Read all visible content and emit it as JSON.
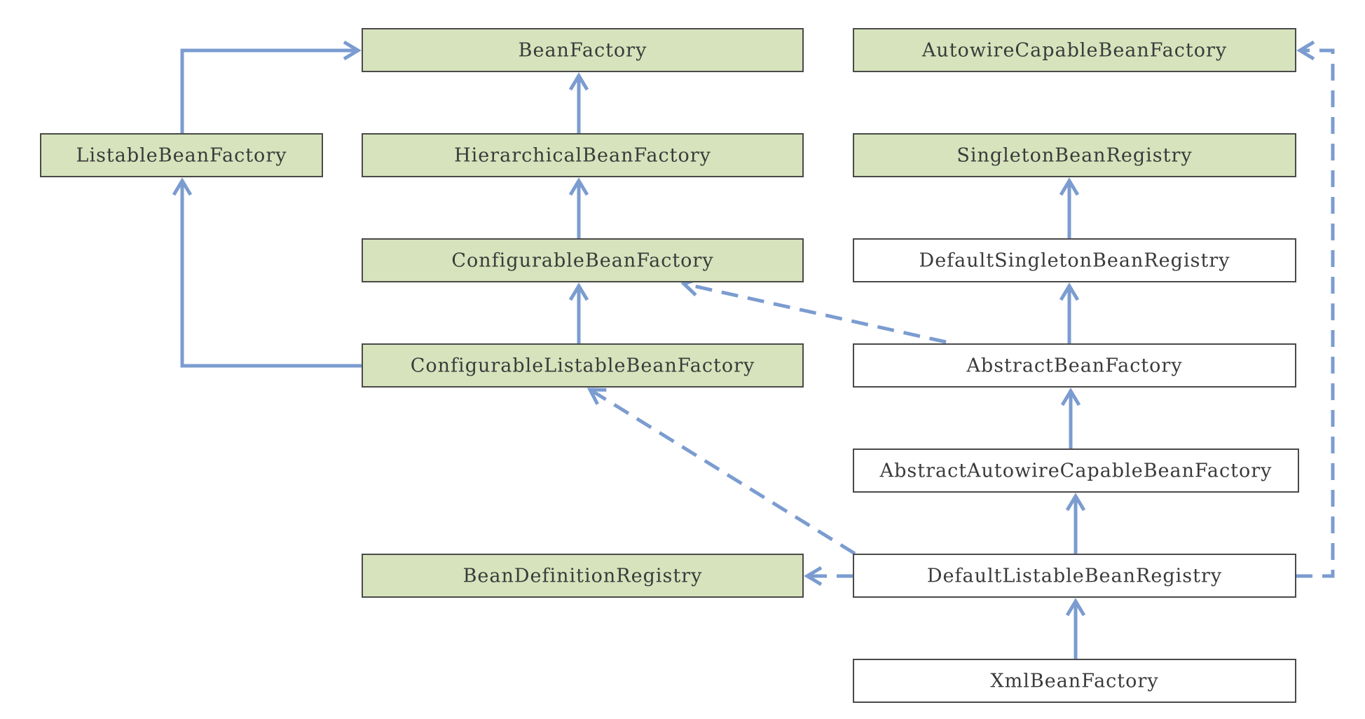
{
  "colors": {
    "interface_fill": "#d6e3bc",
    "class_fill": "#ffffff",
    "border": "#4a4a4a",
    "arrow": "#7b9cd0",
    "text": "#3a3a3a"
  },
  "nodes": [
    {
      "id": "bean-factory",
      "label": "BeanFactory",
      "kind": "interface"
    },
    {
      "id": "autowire-capable-bean-factory",
      "label": "AutowireCapableBeanFactory",
      "kind": "interface"
    },
    {
      "id": "listable-bean-factory",
      "label": "ListableBeanFactory",
      "kind": "interface"
    },
    {
      "id": "hierarchical-bean-factory",
      "label": "HierarchicalBeanFactory",
      "kind": "interface"
    },
    {
      "id": "singleton-bean-registry",
      "label": "SingletonBeanRegistry",
      "kind": "interface"
    },
    {
      "id": "configurable-bean-factory",
      "label": "ConfigurableBeanFactory",
      "kind": "interface"
    },
    {
      "id": "default-singleton-bean-registry",
      "label": "DefaultSingletonBeanRegistry",
      "kind": "class"
    },
    {
      "id": "configurable-listable-bean-factory",
      "label": "ConfigurableListableBeanFactory",
      "kind": "interface"
    },
    {
      "id": "abstract-bean-factory",
      "label": "AbstractBeanFactory",
      "kind": "class"
    },
    {
      "id": "abstract-autowire-capable-bean-factory",
      "label": "AbstractAutowireCapableBeanFactory",
      "kind": "class"
    },
    {
      "id": "bean-definition-registry",
      "label": "BeanDefinitionRegistry",
      "kind": "interface"
    },
    {
      "id": "default-listable-bean-registry",
      "label": "DefaultListableBeanRegistry",
      "kind": "class"
    },
    {
      "id": "xml-bean-factory",
      "label": "XmlBeanFactory",
      "kind": "class"
    }
  ],
  "edges": [
    {
      "from": "listable-bean-factory",
      "to": "bean-factory",
      "style": "solid"
    },
    {
      "from": "hierarchical-bean-factory",
      "to": "bean-factory",
      "style": "solid"
    },
    {
      "from": "configurable-bean-factory",
      "to": "hierarchical-bean-factory",
      "style": "solid"
    },
    {
      "from": "configurable-listable-bean-factory",
      "to": "configurable-bean-factory",
      "style": "solid"
    },
    {
      "from": "configurable-listable-bean-factory",
      "to": "listable-bean-factory",
      "style": "solid"
    },
    {
      "from": "default-singleton-bean-registry",
      "to": "singleton-bean-registry",
      "style": "solid"
    },
    {
      "from": "abstract-bean-factory",
      "to": "default-singleton-bean-registry",
      "style": "solid"
    },
    {
      "from": "abstract-bean-factory",
      "to": "configurable-bean-factory",
      "style": "dashed"
    },
    {
      "from": "abstract-autowire-capable-bean-factory",
      "to": "abstract-bean-factory",
      "style": "solid"
    },
    {
      "from": "default-listable-bean-registry",
      "to": "abstract-autowire-capable-bean-factory",
      "style": "solid"
    },
    {
      "from": "default-listable-bean-registry",
      "to": "configurable-listable-bean-factory",
      "style": "dashed"
    },
    {
      "from": "default-listable-bean-registry",
      "to": "bean-definition-registry",
      "style": "dashed"
    },
    {
      "from": "default-listable-bean-registry",
      "to": "autowire-capable-bean-factory",
      "style": "dashed"
    },
    {
      "from": "xml-bean-factory",
      "to": "default-listable-bean-registry",
      "style": "solid"
    }
  ]
}
